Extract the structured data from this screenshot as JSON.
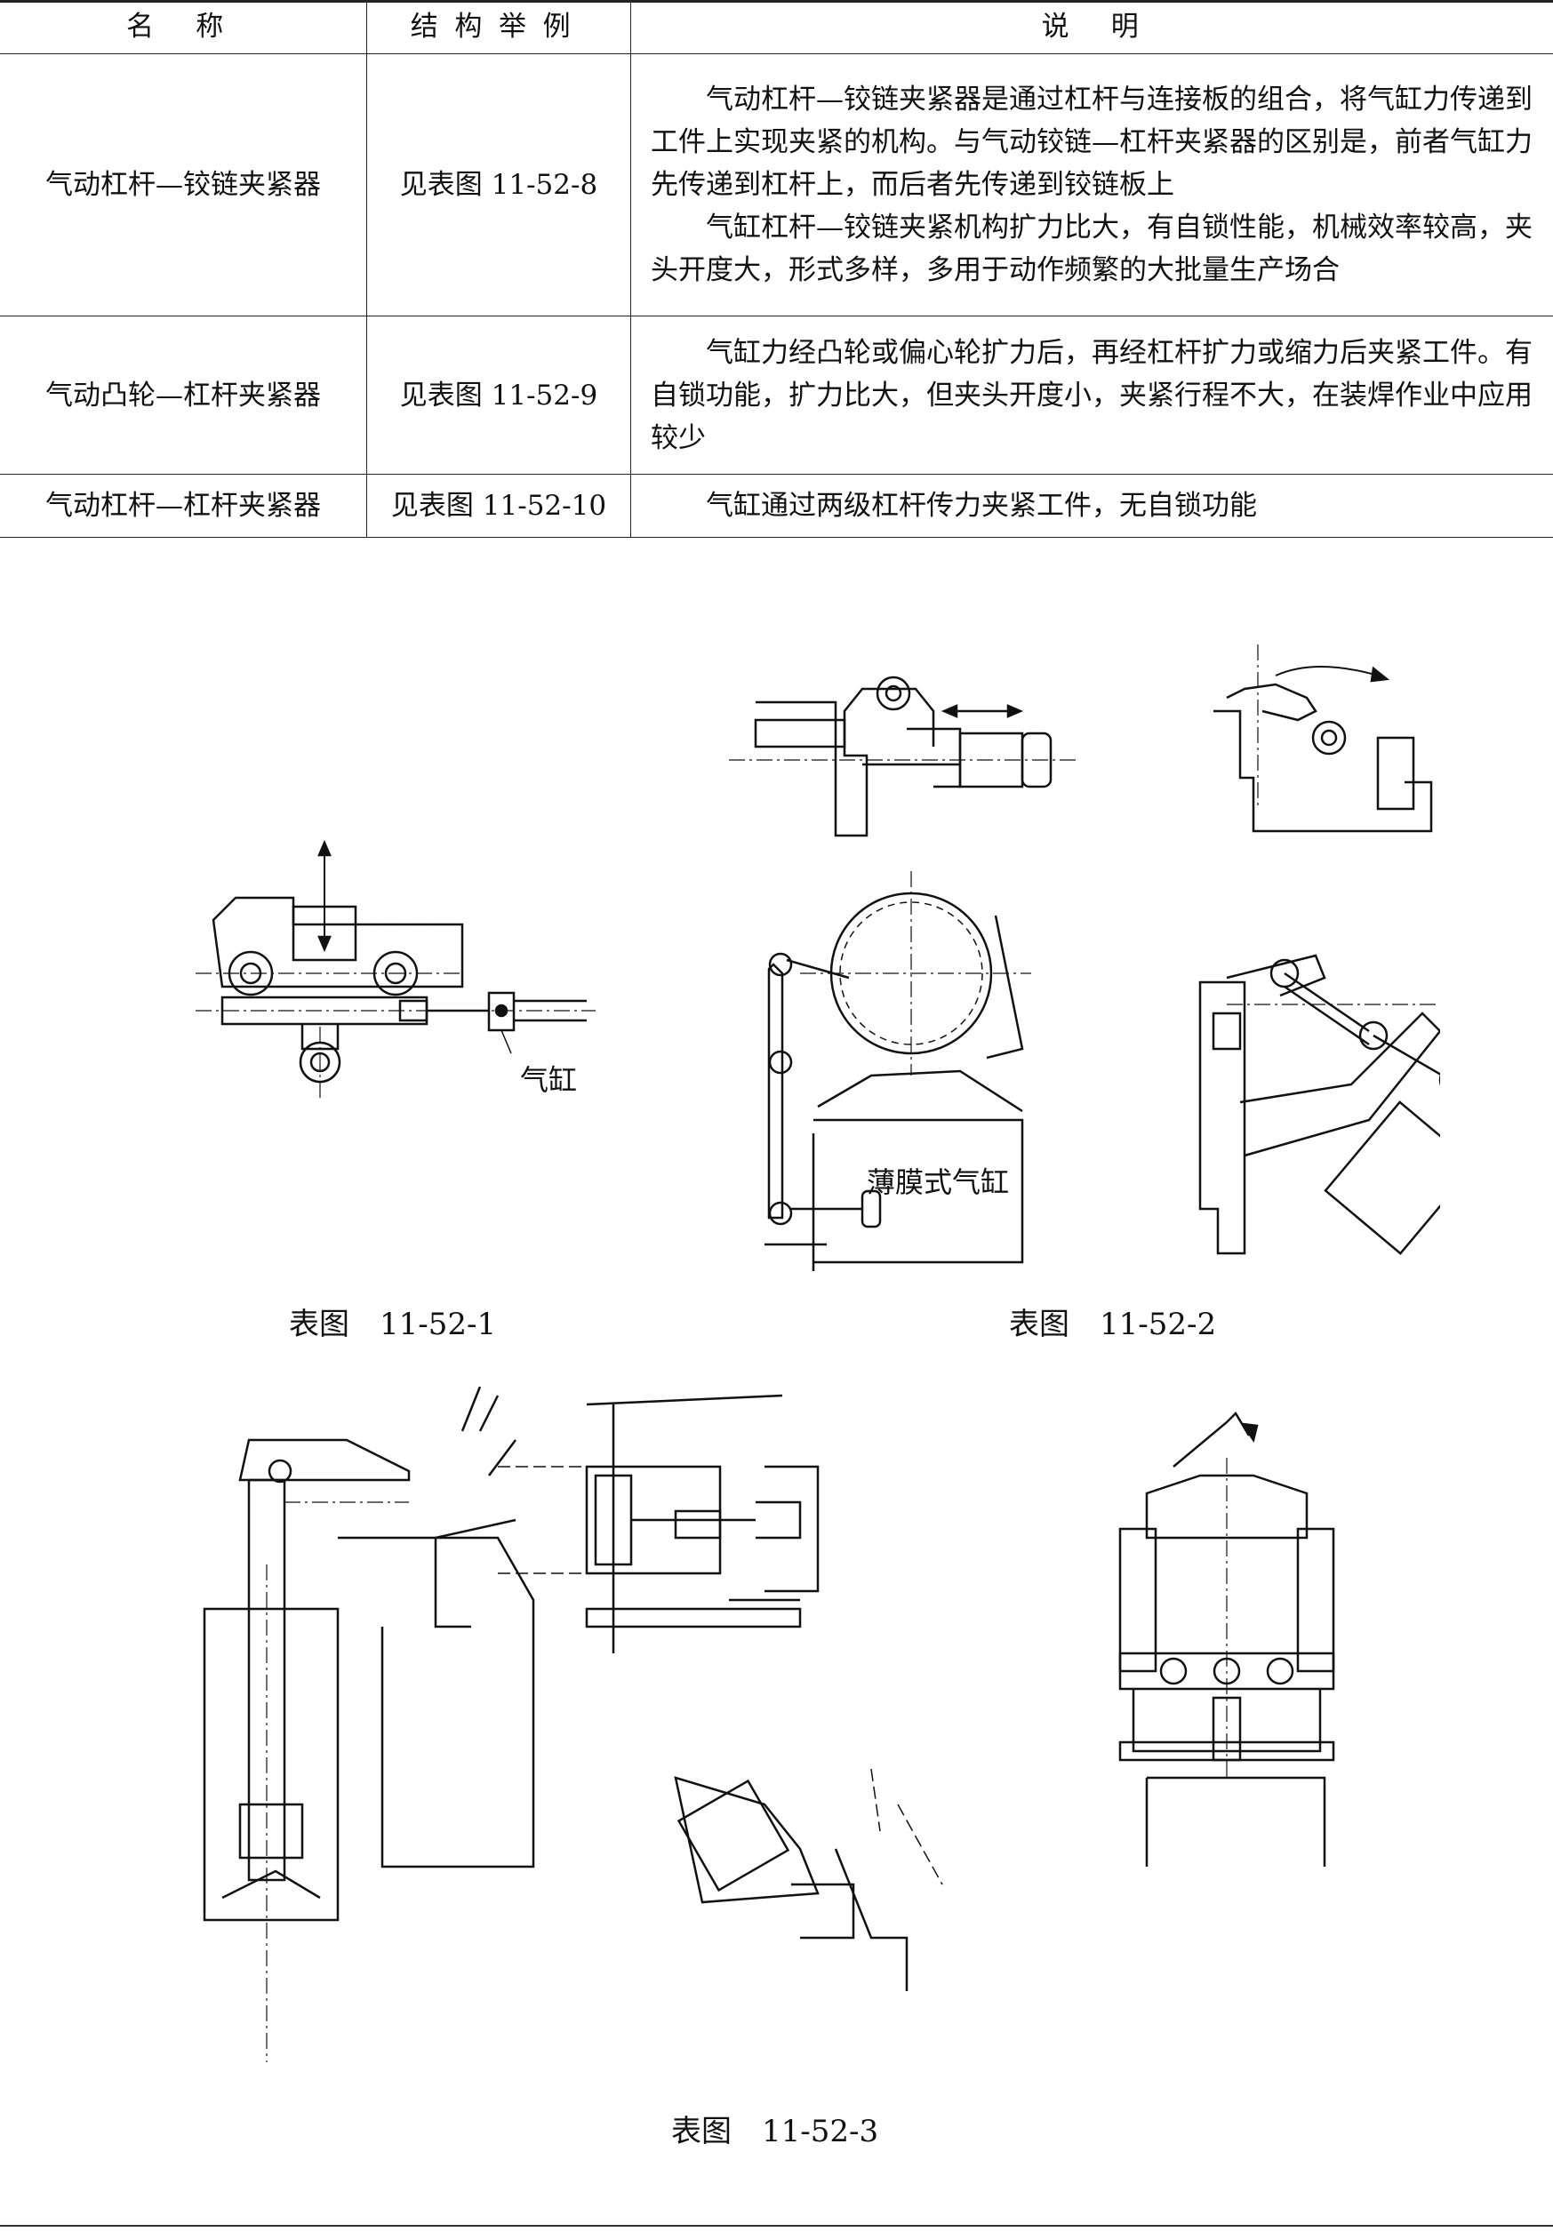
{
  "table": {
    "headers": [
      "名 称",
      "结构举例",
      "说 明"
    ],
    "rows": [
      {
        "name": "气动杠杆—铰链夹紧器",
        "example": "见表图 11-52-8",
        "desc": [
          "气动杠杆—铰链夹紧器是通过杠杆与连接板的组合，将气缸力传递到工件上实现夹紧的机构。与气动铰链—杠杆夹紧器的区别是，前者气缸力先传递到杠杆上，而后者先传递到铰链板上",
          "气缸杠杆—铰链夹紧机构扩力比大，有自锁性能，机械效率较高，夹头开度大，形式多样，多用于动作频繁的大批量生产场合"
        ]
      },
      {
        "name": "气动凸轮—杠杆夹紧器",
        "example": "见表图 11-52-9",
        "desc": [
          "气缸力经凸轮或偏心轮扩力后，再经杠杆扩力或缩力后夹紧工件。有自锁功能，扩力比大，但夹头开度小，夹紧行程不大，在装焊作业中应用较少"
        ]
      },
      {
        "name": "气动杠杆—杠杆夹紧器",
        "example": "见表图 11-52-10",
        "desc": [
          "气缸通过两级杠杆传力夹紧工件，无自锁功能"
        ]
      }
    ]
  },
  "figures": {
    "fig1": {
      "caption": "表图　11-52-1",
      "label": "气缸"
    },
    "fig2": {
      "caption": "表图　11-52-2",
      "label": "薄膜式气缸"
    },
    "fig3": {
      "caption": "表图　11-52-3"
    }
  }
}
